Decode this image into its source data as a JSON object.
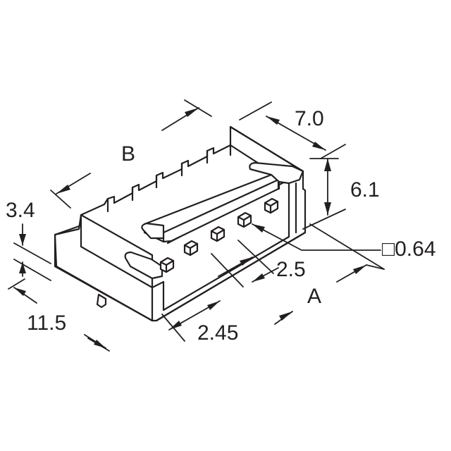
{
  "labels": {
    "dim_width": "7.0",
    "dim_height": "6.1",
    "dim_B": "B",
    "dim_A": "A",
    "dim_pin_size": "□0.64",
    "dim_pitch": "2.5",
    "dim_offset": "2.45",
    "dim_depth": "11.5",
    "dim_lead": "3.4"
  },
  "colors": {
    "line": "#231f20",
    "background": "#ffffff"
  }
}
